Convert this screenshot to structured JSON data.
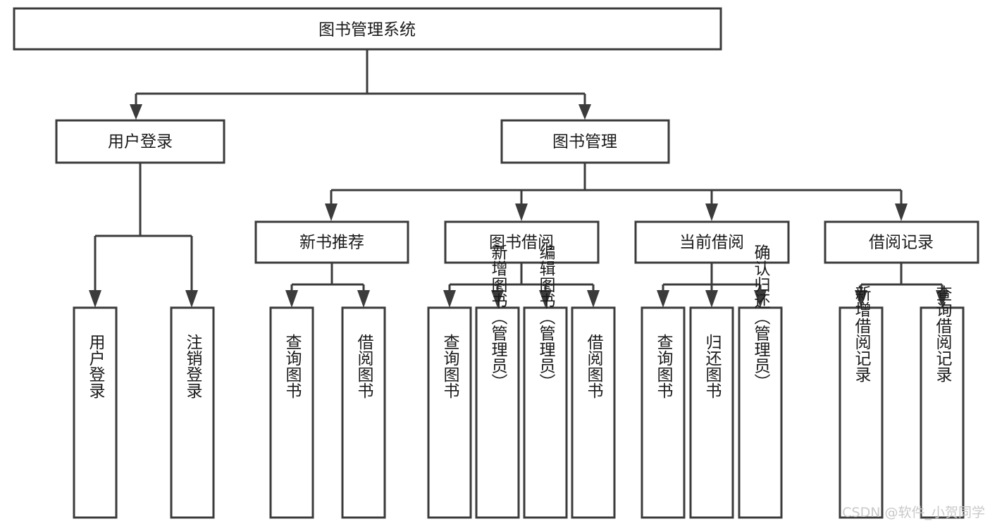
{
  "diagram": {
    "title": "图书管理系统",
    "type": "tree-hierarchy-chart",
    "orientation": "top-down",
    "colors": {
      "box_fill": "#ffffff",
      "box_stroke": "#3b3b3b",
      "connector": "#3b3b3b",
      "text": "#1a1a1a",
      "background": "#ffffff",
      "watermark": "#c9c9c9"
    },
    "root": {
      "label": "图书管理系统"
    },
    "level2": [
      {
        "label": "用户登录"
      },
      {
        "label": "图书管理"
      }
    ],
    "level3": [
      {
        "label": "新书推荐"
      },
      {
        "label": "图书借阅"
      },
      {
        "label": "当前借阅"
      },
      {
        "label": "借阅记录"
      }
    ],
    "leaves": {
      "user_login": [
        {
          "label": "用户登录"
        },
        {
          "label": "注销登录"
        }
      ],
      "new_book_recommend": [
        {
          "label": "查询图书"
        },
        {
          "label": "借阅图书"
        }
      ],
      "book_borrow": [
        {
          "label": "查询图书"
        },
        {
          "label": "新增图书（管理员）"
        },
        {
          "label": "编辑图书（管理员）"
        },
        {
          "label": "借阅图书"
        }
      ],
      "current_borrow": [
        {
          "label": "查询图书"
        },
        {
          "label": "归还图书"
        },
        {
          "label": "确认归还（管理员）"
        }
      ],
      "borrow_record": [
        {
          "label": "新增借阅记录"
        },
        {
          "label": "查询借阅记录"
        }
      ]
    }
  },
  "watermark": {
    "text": "CSDN @软件_小贺同学"
  }
}
